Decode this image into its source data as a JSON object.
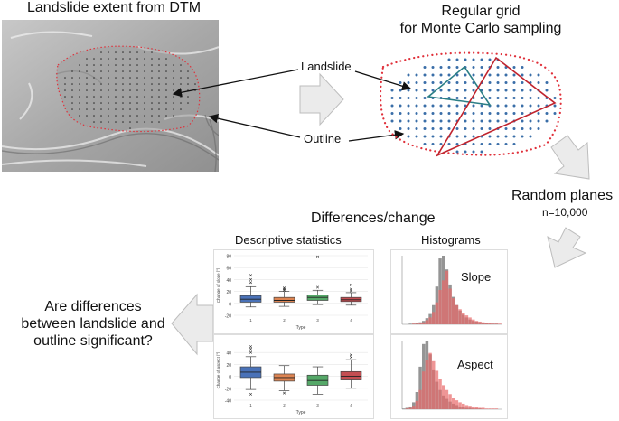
{
  "titles": {
    "dtm": "Landslide extent from DTM",
    "grid_line1": "Regular grid",
    "grid_line2": "for Monte Carlo sampling",
    "random_planes": "Random planes",
    "n": "n=10,000",
    "differences": "Differences/change",
    "descriptive": "Descriptive statistics",
    "histograms": "Histograms",
    "question_line1": "Are differences",
    "question_line2": "between landslide and",
    "question_line3": "outline significant?"
  },
  "labels": {
    "landslide": "Landslide",
    "outline": "Outline",
    "slope": "Slope",
    "aspect": "Aspect",
    "type_axis": "Type"
  },
  "colors": {
    "grid_points": "#3a6ea8",
    "outline": "#e0303a",
    "triangle_teal": "#2c7f86",
    "triangle_red": "#c0232d",
    "arrow_fill": "#ebebeb",
    "box_blue": "#4a72b8",
    "box_orange": "#dd8452",
    "box_green": "#55a868",
    "box_red": "#c44e52",
    "hist_gray": "#8a8a8a",
    "hist_red": "#e86a6a"
  },
  "chart_data": [
    {
      "type": "box",
      "ylabel": "Change of slope [°]",
      "xlabel": "Type",
      "ylim": [
        -20,
        80
      ],
      "yticks": [
        "80",
        "60",
        "40",
        "20",
        "0",
        "-20"
      ],
      "categories": [
        "1",
        "2",
        "3",
        "4"
      ],
      "boxes": [
        {
          "q1": 2,
          "median": 7,
          "q3": 13,
          "whisker_low": -6,
          "whisker_high": 28,
          "outliers": [
            35,
            40,
            47
          ]
        },
        {
          "q1": 2,
          "median": 5,
          "q3": 10,
          "whisker_low": -5,
          "whisker_high": 20,
          "outliers": [
            22,
            24,
            26
          ]
        },
        {
          "q1": 5,
          "median": 10,
          "q3": 14,
          "whisker_low": -2,
          "whisker_high": 22,
          "outliers": [
            27,
            78
          ]
        },
        {
          "q1": 3,
          "median": 6,
          "q3": 10,
          "whisker_low": -3,
          "whisker_high": 18,
          "outliers": [
            21,
            24,
            31
          ]
        }
      ]
    },
    {
      "type": "box",
      "ylabel": "Change of aspect [°]",
      "xlabel": "Type",
      "ylim": [
        -40,
        60
      ],
      "yticks": [
        "40",
        "20",
        "0",
        "-20",
        "-40"
      ],
      "categories": [
        "1",
        "2",
        "3",
        "4"
      ],
      "boxes": [
        {
          "q1": -2,
          "median": 7,
          "q3": 16,
          "whisker_low": -22,
          "whisker_high": 33,
          "outliers": [
            -30,
            40,
            46,
            50
          ]
        },
        {
          "q1": -8,
          "median": -2,
          "q3": 4,
          "whisker_low": -24,
          "whisker_high": 18,
          "outliers": [
            -28
          ]
        },
        {
          "q1": -15,
          "median": -7,
          "q3": 2,
          "whisker_low": -30,
          "whisker_high": 16,
          "outliers": []
        },
        {
          "q1": -6,
          "median": 0,
          "q3": 8,
          "whisker_low": -20,
          "whisker_high": 28,
          "outliers": [
            32,
            36
          ]
        }
      ]
    },
    {
      "type": "histogram",
      "title": "Slope",
      "series": [
        {
          "values": [
            0,
            0,
            1,
            1,
            2,
            3,
            5,
            9,
            15,
            28,
            55,
            96,
            100,
            80,
            58,
            40,
            28,
            20,
            14,
            10,
            7,
            5,
            4,
            3,
            2,
            2,
            1,
            1,
            1,
            0
          ]
        },
        {
          "values": [
            0,
            0,
            0,
            1,
            1,
            2,
            3,
            6,
            10,
            18,
            32,
            50,
            64,
            78,
            52,
            38,
            28,
            22,
            17,
            13,
            10,
            7,
            5,
            4,
            3,
            2,
            2,
            1,
            1,
            1
          ]
        }
      ]
    },
    {
      "type": "histogram",
      "title": "Aspect",
      "series": [
        {
          "values": [
            1,
            2,
            4,
            10,
            25,
            62,
            95,
            100,
            80,
            58,
            40,
            28,
            20,
            15,
            11,
            8,
            6,
            4,
            3,
            2,
            2,
            1,
            1,
            1,
            0,
            0,
            0,
            0,
            0,
            0
          ]
        },
        {
          "values": [
            0,
            1,
            2,
            5,
            12,
            28,
            55,
            72,
            82,
            70,
            56,
            44,
            35,
            28,
            22,
            17,
            13,
            10,
            8,
            6,
            5,
            4,
            3,
            2,
            2,
            1,
            1,
            1,
            1,
            0
          ]
        }
      ]
    }
  ]
}
